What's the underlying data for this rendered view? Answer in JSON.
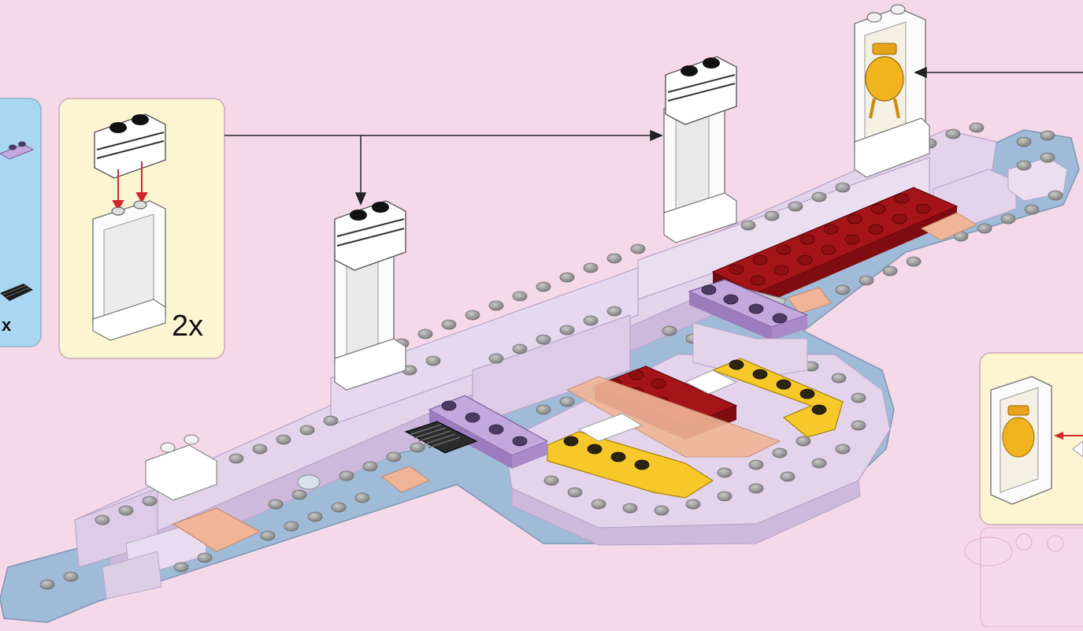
{
  "page": {
    "background_color": "#f6d9e9",
    "type": "building-instruction-step"
  },
  "callouts": {
    "left_partial": {
      "quantity_label": "x",
      "background_color": "#a9d6f0"
    },
    "main": {
      "quantity_label": "2x",
      "background_color": "#fdf5d2"
    },
    "right_partial": {
      "background_color": "#fdf5d2"
    }
  },
  "colors": {
    "base_blue": "#9fbbd8",
    "base_lavender": "#e3d4ec",
    "stud_gray": "#8d8d8d",
    "dark_red": "#8e0f12",
    "yellow": "#f2c018",
    "purple": "#b79ad3",
    "peach": "#f0b597",
    "white_brick": "#ffffff",
    "black": "#1b1b1b",
    "arrow": "#222222",
    "assembly_arrow": "#d6262b",
    "gold_decor": "#e8a419"
  }
}
